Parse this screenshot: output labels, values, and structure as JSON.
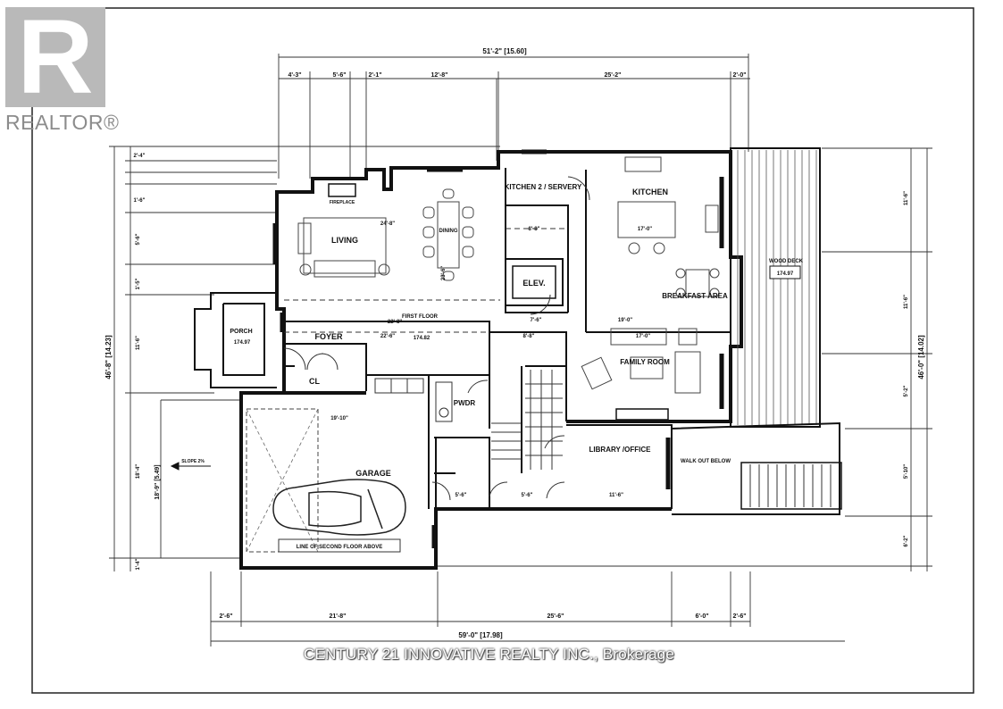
{
  "watermark": {
    "logo_text": "REALTOR®",
    "logo_letter": "R"
  },
  "brokerage": "CENTURY 21 INNOVATIVE REALTY INC., Brokerage",
  "dimensions": {
    "top_overall": "51'-2\" [15.60]",
    "top_segments": [
      "4'-3\"",
      "5'-6\"",
      "2'-1\"",
      "12'-8\"",
      "25'-2\"",
      "2'-0\""
    ],
    "bottom_overall": "59'-0\" [17.98]",
    "bottom_segments": [
      "2'-6\"",
      "21'-8\"",
      "25'-6\"",
      "6'-0\"",
      "2'-6\""
    ],
    "left_overall": "46'-8\" [14.23]",
    "left_lot": "18'-9\" [5.49]",
    "left_segments": [
      "2'-4\"",
      "1'-6\"",
      "5'-6\"",
      "1'-5\"",
      "11'-6\"",
      "18'-4\"",
      "1'-4\""
    ],
    "right_overall": "46'-0\" [14.02]",
    "right_segments": [
      "11'-6\"",
      "11'-6\"",
      "5'-2\"",
      "5'-10\"",
      "6'-2\""
    ]
  },
  "rooms": {
    "kitchen2": "KITCHEN 2 / SERVERY",
    "kitchen": "KITCHEN",
    "kitchen_dim": "17'-0\"",
    "living": "LIVING",
    "living_dim": "24'-8\"",
    "dining": "DINING",
    "fireplace": "FIREPLACE",
    "elev": "ELEV.",
    "breakfast": "BREAKFAST AREA",
    "wood_deck": "WOOD DECK",
    "wood_deck_elev": "174.97",
    "porch": "PORCH",
    "porch_elev": "174.97",
    "foyer": "FOYER",
    "first_floor": "FIRST FLOOR",
    "first_floor_elev": "174.82",
    "family_room": "FAMILY ROOM",
    "cl": "CL",
    "pwdr": "PWDR",
    "garage": "GARAGE",
    "garage_dim": "19'-10\"",
    "library": "LIBRARY /OFFICE",
    "library_dim": "11'-6\"",
    "walkout": "WALK OUT BELOW",
    "line_second_floor": "LINE OF SECOND FLOOR ABOVE",
    "dims_inner": [
      "22'-6\"",
      "19'-0\"",
      "17'-0\"",
      "7'-6\"",
      "8'-8\"",
      "5'-6\"",
      "5'-6\"",
      "8'-8\"",
      "23'-6\"",
      "22'-8\""
    ],
    "slope": "SLOPE 2%"
  }
}
